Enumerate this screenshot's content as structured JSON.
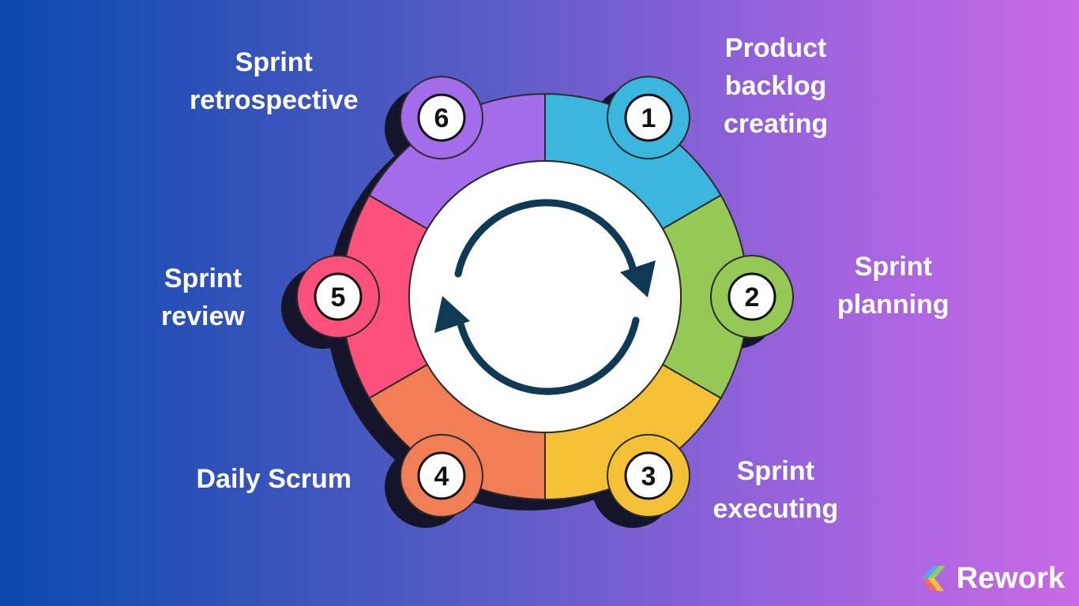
{
  "center_icon": "refresh-cycle-icon",
  "steps": [
    {
      "number": "1",
      "lines": [
        "Product",
        "backlog",
        "creating"
      ],
      "color": "#3bb6df"
    },
    {
      "number": "2",
      "lines": [
        "Sprint",
        "planning"
      ],
      "color": "#96c856"
    },
    {
      "number": "3",
      "lines": [
        "Sprint",
        "executing"
      ],
      "color": "#f4c136"
    },
    {
      "number": "4",
      "lines": [
        "Daily Scrum"
      ],
      "color": "#f27e55"
    },
    {
      "number": "5",
      "lines": [
        "Sprint",
        "review"
      ],
      "color": "#fd507d"
    },
    {
      "number": "6",
      "lines": [
        "Sprint",
        "retrospective"
      ],
      "color": "#a26ceb"
    }
  ],
  "brand": {
    "name": "Rework",
    "logo_icon": "rework-logo-icon"
  }
}
